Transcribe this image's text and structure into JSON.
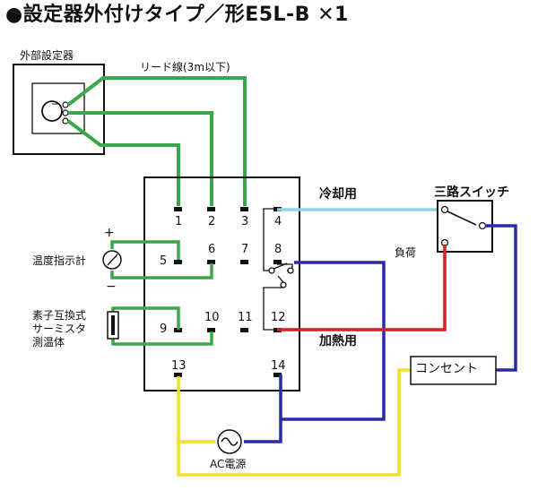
{
  "title": "●設定器外付けタイプ／形E5L-B ✕1",
  "external_setter": {
    "label": "外部設定器"
  },
  "lead_wire": {
    "label": "リード線(3m以下)"
  },
  "terminals": [
    "1",
    "2",
    "3",
    "4",
    "5",
    "6",
    "7",
    "8",
    "9",
    "10",
    "11",
    "12",
    "13",
    "14"
  ],
  "temp_indicator": {
    "label": "温度指示計",
    "plus": "+",
    "minus": "−"
  },
  "thermistor": {
    "line1": "素子互換式",
    "line2": "サーミスタ",
    "line3": "測温体"
  },
  "cooling": {
    "label": "冷却用"
  },
  "heating": {
    "label": "加熱用"
  },
  "three_way_switch": {
    "label": "三路スイッチ"
  },
  "load": {
    "label": "負荷"
  },
  "outlet": {
    "label": "コンセント"
  },
  "ac_power": {
    "label": "AC電源"
  },
  "colors": {
    "green": "#3aa84a",
    "blue": "#2a2aa8",
    "red": "#d42020",
    "yellow": "#f2e030",
    "cyan": "#8fd4dc",
    "black": "#111111"
  }
}
